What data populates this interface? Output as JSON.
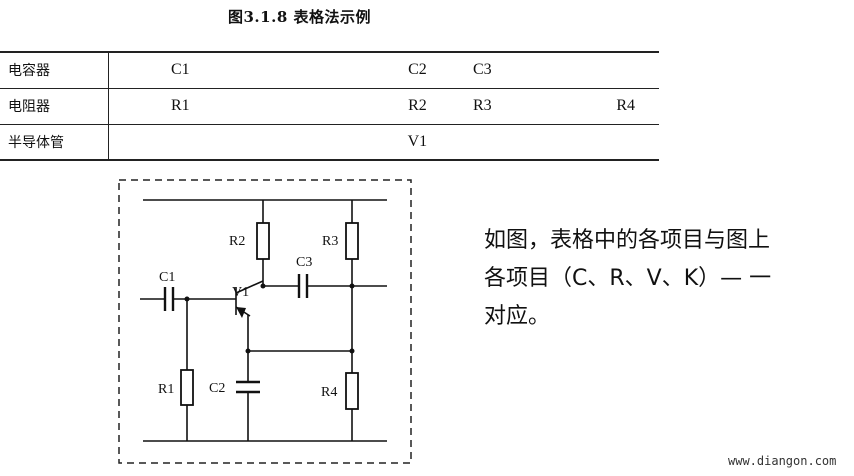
{
  "caption": "图3.1.8 表格法示例",
  "table": {
    "rows": [
      {
        "category": "电容器",
        "items": [
          "C1",
          "C2",
          "C3",
          ""
        ]
      },
      {
        "category": "电阻器",
        "items": [
          "R1",
          "R2",
          "R3",
          "R4"
        ]
      },
      {
        "category": "半导体管",
        "items": [
          "",
          "V1",
          "",
          ""
        ]
      }
    ]
  },
  "schematic": {
    "labels": {
      "C1": "C1",
      "C2": "C2",
      "C3": "C3",
      "R1": "R1",
      "R2": "R2",
      "R3": "R3",
      "R4": "R4",
      "V1": "V1"
    }
  },
  "description": {
    "line1": "如图，表格中的各项目与图上",
    "line2": "各项目（C、R、V、K）— 一",
    "line3": "对应。"
  },
  "watermark": "www.diangon.com"
}
